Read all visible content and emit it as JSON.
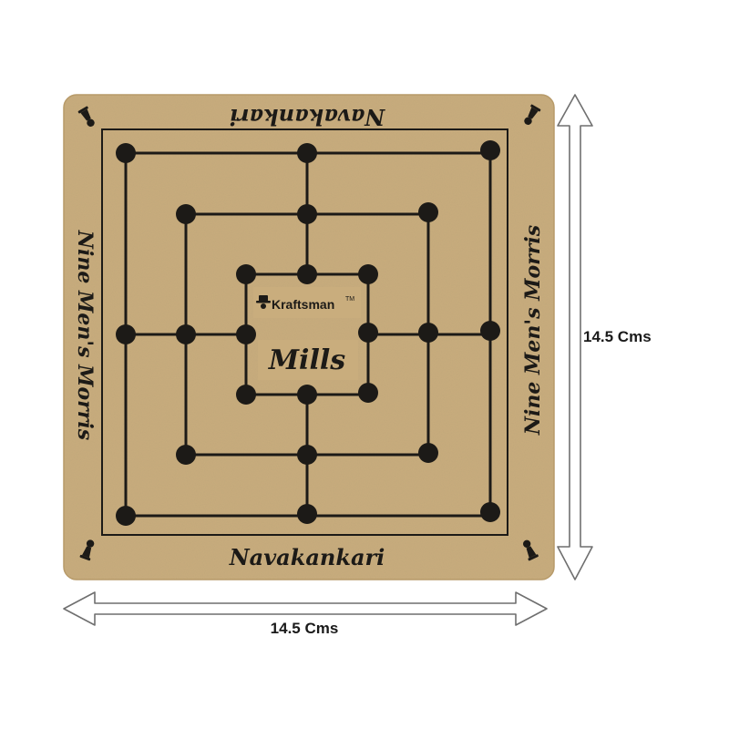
{
  "product": {
    "brand": "Kraftsman",
    "trademark": "TM",
    "center_title": "Mills",
    "top_text": "Navakankari",
    "bottom_text": "Navakankari",
    "left_text": "Nine Men's Morris",
    "right_text": "Nine Men's Morris"
  },
  "dimensions": {
    "width_label": "14.5 Cms",
    "height_label": "14.5 Cms"
  },
  "colors": {
    "board": "#c9ad7d",
    "ink": "#1c1a17",
    "arrow": "#6f6f6f"
  },
  "icons": {
    "corner_piece": "pawn-icon",
    "brand_logo": "hat-icon"
  }
}
